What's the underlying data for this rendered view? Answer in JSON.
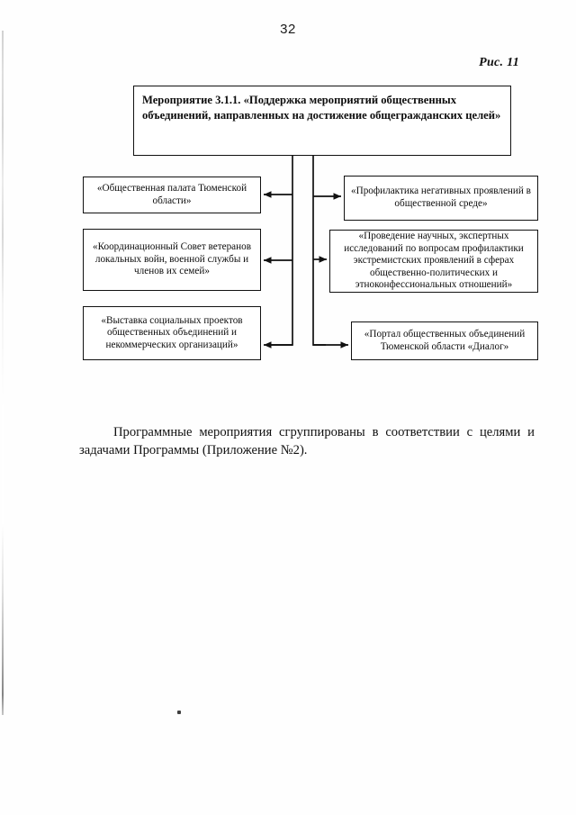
{
  "document": {
    "page_number": "32",
    "figure_label": "Рис. 11"
  },
  "diagram": {
    "root": {
      "label": "Мероприятие 3.1.1. «Поддержка мероприятий общественных объединений, направленных на достижение общегражданских целей»"
    },
    "left_nodes": [
      {
        "label": "«Общественная палата Тюменской области»"
      },
      {
        "label": "«Координационный Совет ветеранов локальных войн, военной службы и членов их семей»"
      },
      {
        "label": "«Выставка социальных проектов общественных объединений и некоммерческих организаций»"
      }
    ],
    "right_nodes": [
      {
        "label": "«Профилактика негативных проявлений в общественной среде»"
      },
      {
        "label": "«Проведение научных, экспертных исследований по вопросам профилактики экстремистских проявлений в сферах общественно-политических и этноконфессиональных отношений»"
      },
      {
        "label": "«Портал общественных объединений Тюменской области «Диалог»"
      }
    ],
    "colors": {
      "line": "#111111",
      "box_fill": "#ffffff",
      "text": "#0d0d0d"
    }
  },
  "body": {
    "paragraph": "Программные мероприятия сгруппированы в соответствии с целями и задачами Программы (Приложение №2)."
  }
}
